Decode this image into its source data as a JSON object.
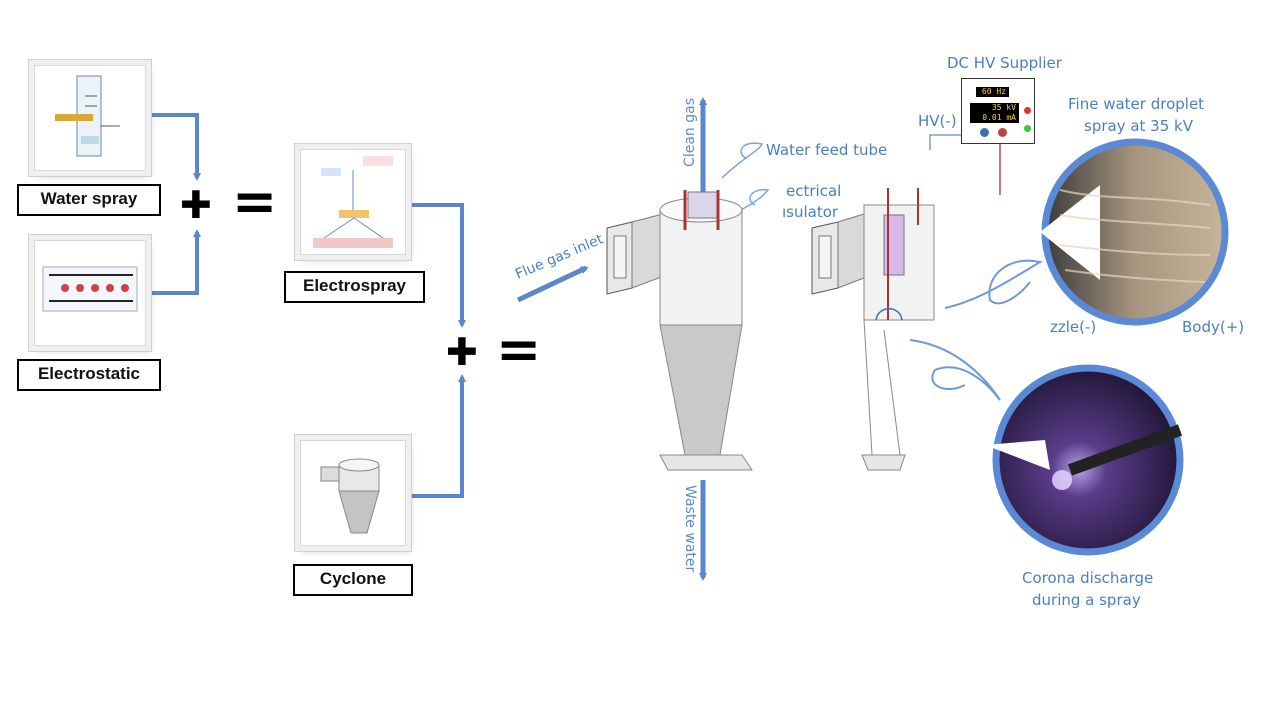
{
  "inputs": {
    "water_spray": "Water spray",
    "electrostatic": "Electrostatic",
    "electrospray": "Electrospray",
    "cyclone": "Cyclone"
  },
  "operators": {
    "plus": "✚",
    "equals": "="
  },
  "device_labels": {
    "clean_gas": "Clean gas",
    "waste_water": "Waste water",
    "water_feed_tube": "Water feed tube",
    "electrical_insulator_line1": "ectrical",
    "electrical_insulator_line2": "ısulator",
    "flue_gas_inlet": "Flue gas inlet",
    "dc_hv_supplier": "DC HV Supplier",
    "hv_minus": "HV(-)",
    "freq": "60 Hz",
    "voltage": "35 kV",
    "current": "0.01 mA",
    "fine_droplet_line1": "Fine water droplet",
    "fine_droplet_line2": "spray at 35 kV",
    "nozzle_minus": "zzle(-)",
    "body_plus": "Body(+)",
    "corona_line1": "Corona discharge",
    "corona_line2": "during a spray"
  },
  "colors": {
    "arrow_blue": "#5b86c7",
    "circle_border": "#5a8ad6",
    "text_blue": "#4a7fc1"
  }
}
